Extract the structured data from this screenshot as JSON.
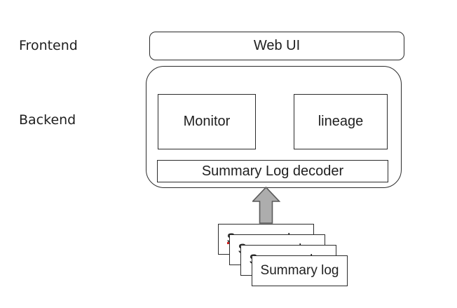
{
  "diagram": {
    "side_labels": {
      "frontend": "Frontend",
      "backend": "Backend"
    },
    "frontend_section": {
      "web_ui_label": "Web UI"
    },
    "backend_section": {
      "monitor_label": "Monitor",
      "lineage_label": "lineage",
      "decoder_label": "Summary Log decoder"
    },
    "log_stack": {
      "item_label": "Summary log",
      "count": 4
    },
    "arrow": {
      "icon": "up-arrow-icon",
      "direction": "up",
      "fill": "#adadad",
      "stroke": "#5a5a5a"
    },
    "colors": {
      "box_border": "#2b2b2b",
      "text": "#1f1f1f",
      "background": "#ffffff",
      "speck": "#cc2222"
    }
  }
}
